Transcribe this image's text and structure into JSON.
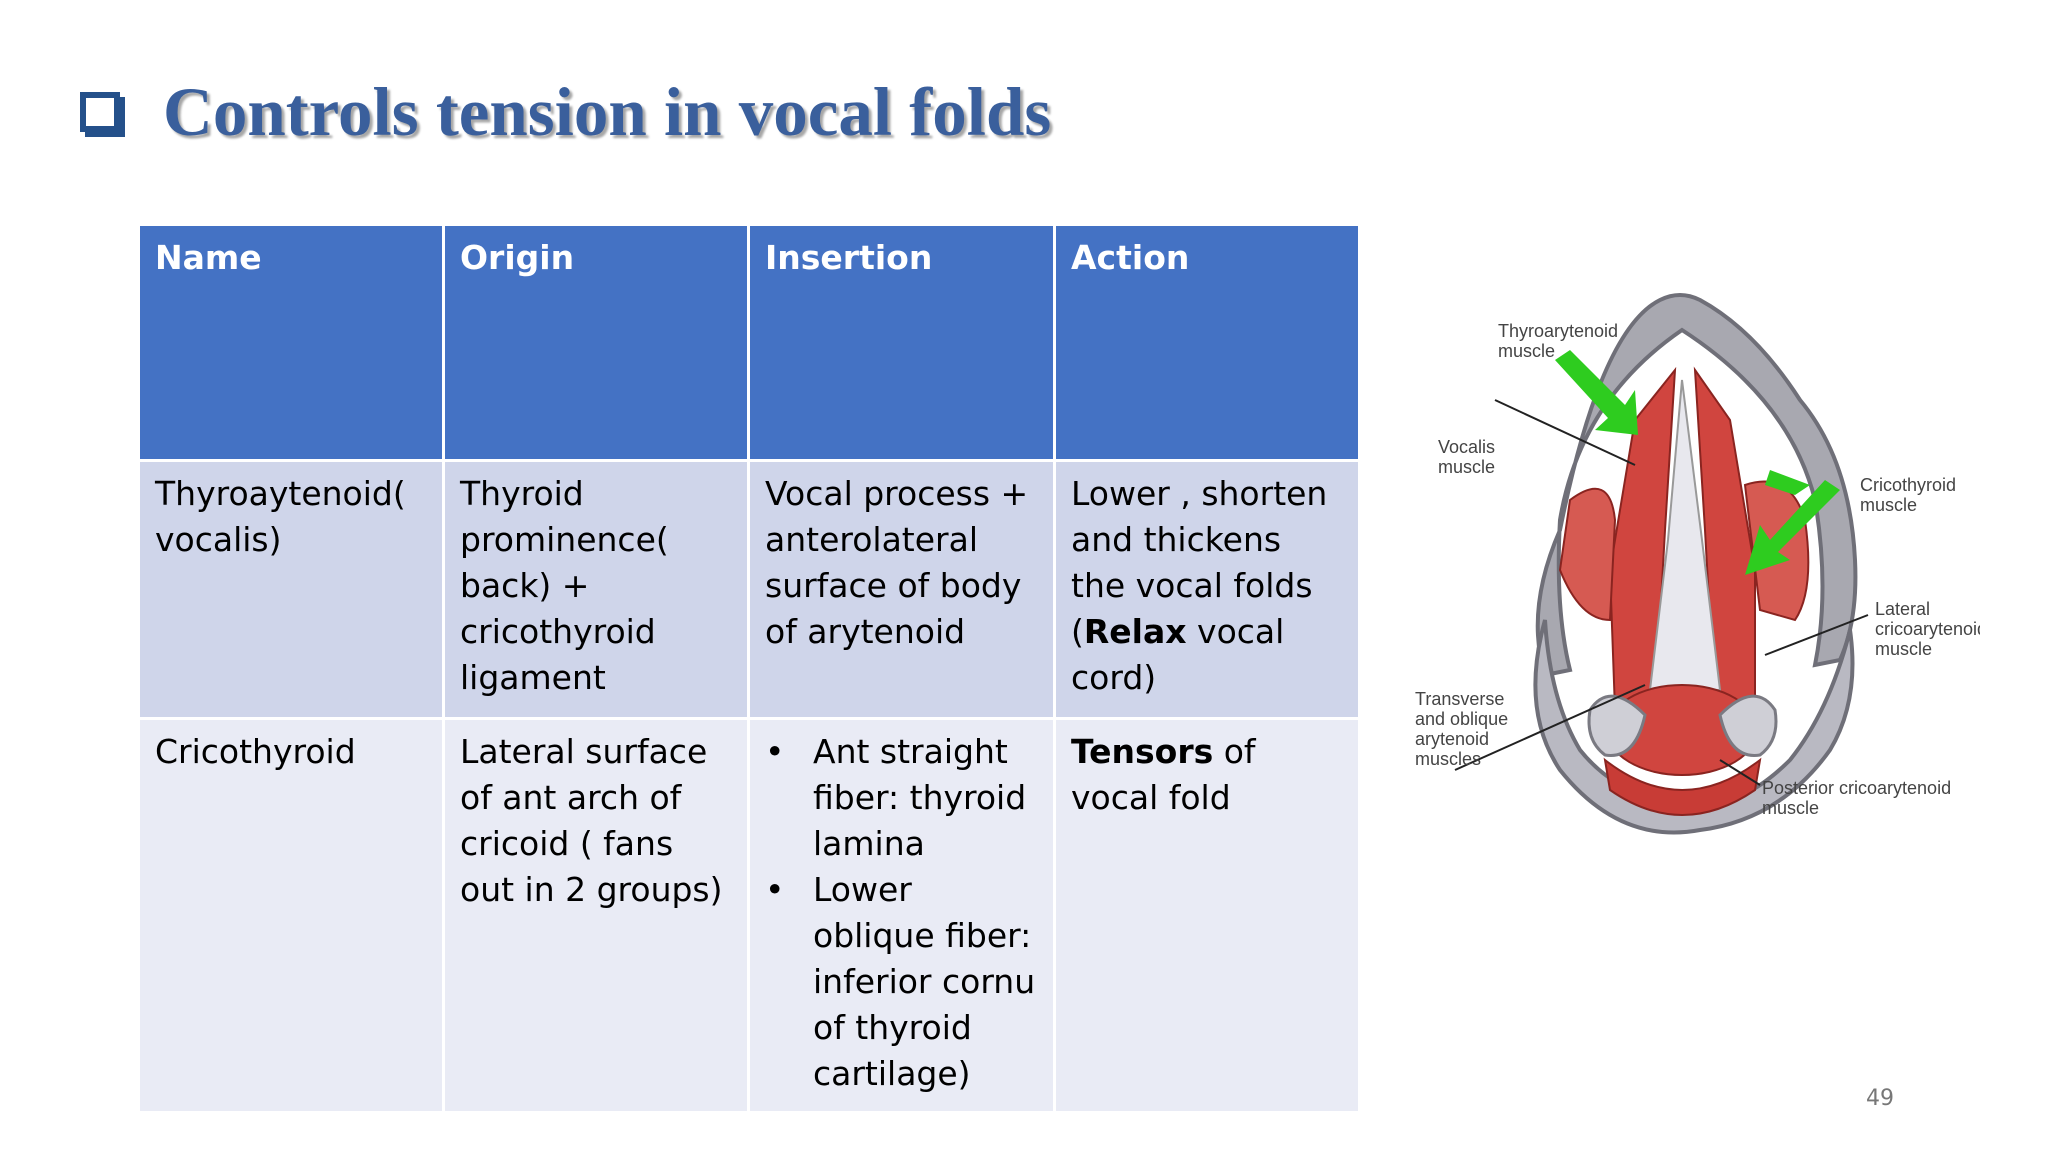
{
  "slide": {
    "title": "Controls tension in vocal folds",
    "page_number": "49"
  },
  "table": {
    "headers": [
      "Name",
      "Origin",
      "Insertion",
      "Action"
    ],
    "rows": [
      {
        "name": "Thyroaytenoid( vocalis)",
        "origin": "Thyroid prominence( back) + cricothyroid ligament",
        "insertion": "Vocal process + anterolateral surface of body of arytenoid",
        "action_pre": "Lower , shorten and thickens the vocal folds (",
        "action_bold": "Relax",
        "action_post": " vocal cord)"
      },
      {
        "name": "Cricothyroid",
        "origin": "Lateral surface of ant arch of cricoid ( fans out in 2 groups)",
        "insertion_bullets": [
          "Ant straight fiber: thyroid lamina",
          "Lower oblique fiber: inferior cornu of thyroid cartilage)"
        ],
        "action_bold": "Tensors",
        "action_post": " of vocal fold"
      }
    ]
  },
  "diagram": {
    "labels": {
      "thyroarytenoid": [
        "Thyroarytenoid",
        "muscle"
      ],
      "vocalis": [
        "Vocalis",
        "muscle"
      ],
      "cricothyroid": [
        "Cricothyroid",
        "muscle"
      ],
      "lateral_cricoarytenoid": [
        "Lateral",
        "cricoarytenoid",
        "muscle"
      ],
      "transverse": [
        "Transverse",
        "and oblique",
        "arytenoid",
        "muscles"
      ],
      "posterior_cricoarytenoid": [
        "Posterior cricoarytenoid",
        "muscle"
      ]
    }
  },
  "colors": {
    "title": "#3a5f9c",
    "header_bg": "#4472c4",
    "row1_bg": "#cfd5ea",
    "row2_bg": "#e9ebf5",
    "arrow": "#2ecc1f",
    "muscle": "#d0453f"
  }
}
